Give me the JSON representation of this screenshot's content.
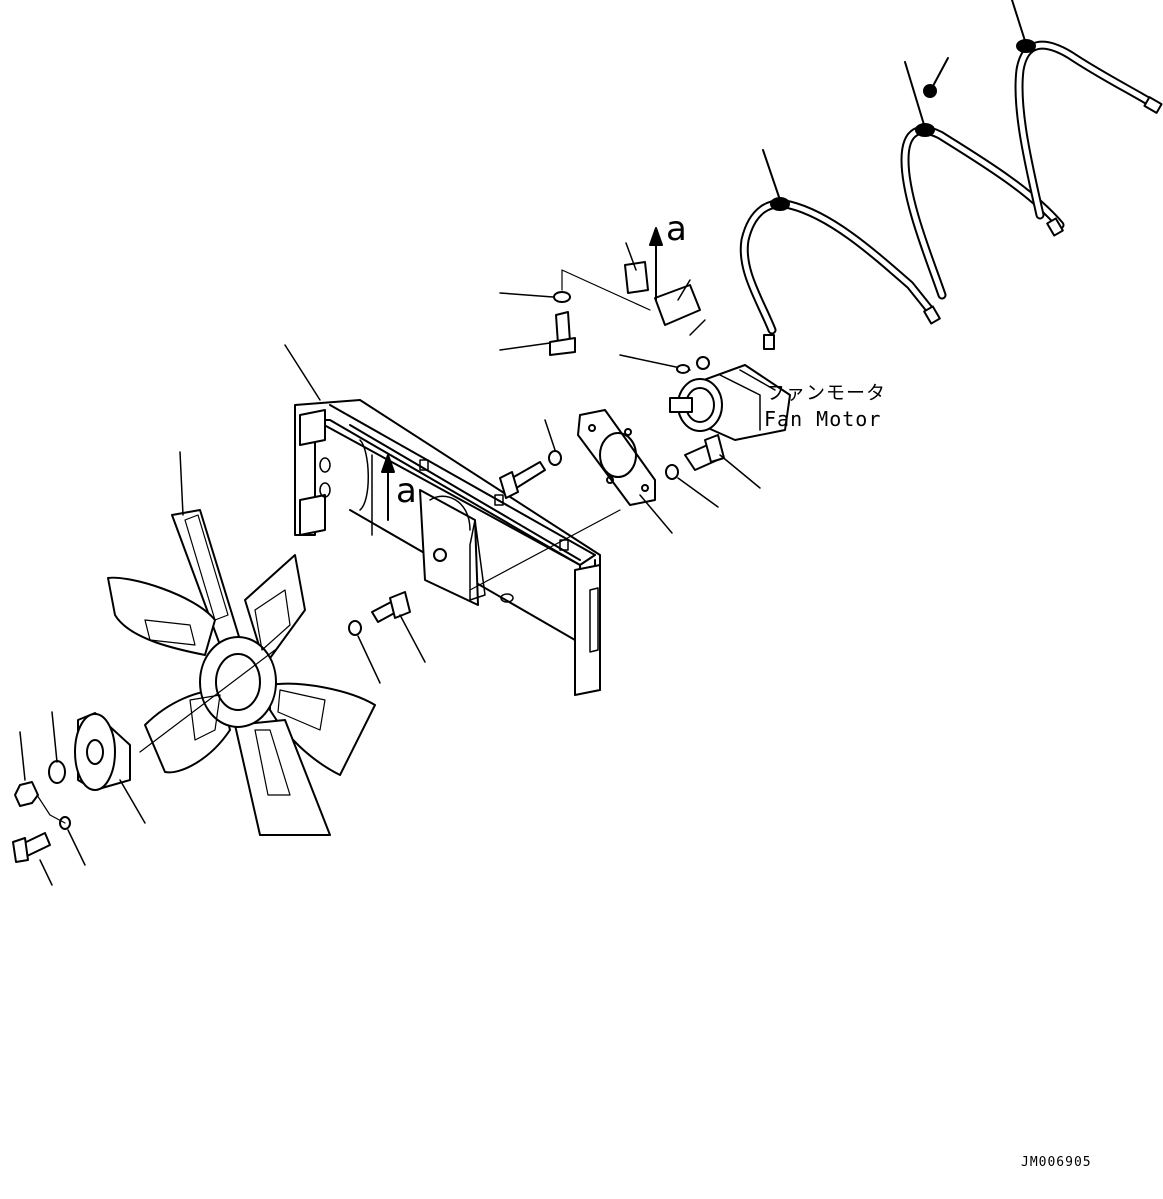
{
  "labels": {
    "ref_a_top": "a",
    "ref_a_frame": "a",
    "fan_motor_jp": "ファンモータ",
    "fan_motor_en": "Fan Motor",
    "drawing_code": "JM006905"
  },
  "colors": {
    "line": "#000000",
    "background": "#ffffff"
  }
}
